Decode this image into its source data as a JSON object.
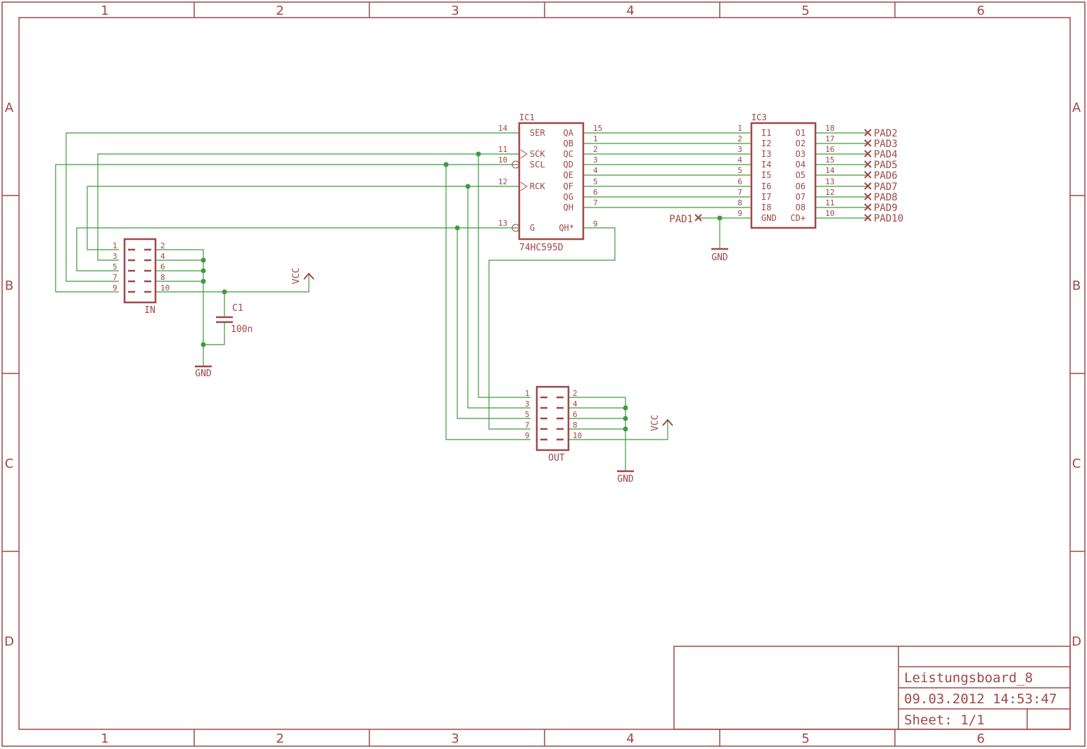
{
  "frame": {
    "columns": [
      "1",
      "2",
      "3",
      "4",
      "5",
      "6"
    ],
    "rows": [
      "A",
      "B",
      "C",
      "D"
    ]
  },
  "title_block": {
    "name": "Leistungsboard_8",
    "datetime": "09.03.2012 14:53:47",
    "sheet": "Sheet: 1/1"
  },
  "ic1": {
    "ref": "IC1",
    "value": "74HC595D",
    "left_pins": [
      {
        "num": "14",
        "name": "SER"
      },
      {
        "num": "11",
        "name": "SCK"
      },
      {
        "num": "10",
        "name": "SCL"
      },
      {
        "num": "12",
        "name": "RCK"
      },
      {
        "num": "13",
        "name": "G"
      }
    ],
    "right_pins": [
      {
        "num": "15",
        "name": "QA"
      },
      {
        "num": "1",
        "name": "QB"
      },
      {
        "num": "2",
        "name": "QC"
      },
      {
        "num": "3",
        "name": "QD"
      },
      {
        "num": "4",
        "name": "QE"
      },
      {
        "num": "5",
        "name": "QF"
      },
      {
        "num": "6",
        "name": "QG"
      },
      {
        "num": "7",
        "name": "QH"
      },
      {
        "num": "9",
        "name": "QH*"
      }
    ]
  },
  "ic3": {
    "ref": "IC3",
    "left_pins": [
      {
        "num": "1",
        "name": "I1"
      },
      {
        "num": "2",
        "name": "I2"
      },
      {
        "num": "3",
        "name": "I3"
      },
      {
        "num": "4",
        "name": "I4"
      },
      {
        "num": "5",
        "name": "I5"
      },
      {
        "num": "6",
        "name": "I6"
      },
      {
        "num": "7",
        "name": "I7"
      },
      {
        "num": "8",
        "name": "I8"
      },
      {
        "num": "9",
        "name": "GND"
      }
    ],
    "right_pins": [
      {
        "num": "18",
        "name": "O1",
        "pad": "PAD2"
      },
      {
        "num": "17",
        "name": "O2",
        "pad": "PAD3"
      },
      {
        "num": "16",
        "name": "O3",
        "pad": "PAD4"
      },
      {
        "num": "15",
        "name": "O4",
        "pad": "PAD5"
      },
      {
        "num": "14",
        "name": "O5",
        "pad": "PAD6"
      },
      {
        "num": "13",
        "name": "O6",
        "pad": "PAD7"
      },
      {
        "num": "12",
        "name": "O7",
        "pad": "PAD8"
      },
      {
        "num": "11",
        "name": "O8",
        "pad": "PAD9"
      },
      {
        "num": "10",
        "name": "CD+",
        "pad": "PAD10"
      }
    ]
  },
  "connector_in": {
    "label": "IN",
    "left_nums": [
      "1",
      "3",
      "5",
      "7",
      "9"
    ],
    "right_nums": [
      "2",
      "4",
      "6",
      "8",
      "10"
    ]
  },
  "connector_out": {
    "label": "OUT",
    "left_nums": [
      "1",
      "3",
      "5",
      "7",
      "9"
    ],
    "right_nums": [
      "2",
      "4",
      "6",
      "8",
      "10"
    ]
  },
  "capacitor": {
    "ref": "C1",
    "value": "100n"
  },
  "pad1": "PAD1",
  "supply": {
    "vcc": "VCC",
    "gnd": "GND"
  }
}
